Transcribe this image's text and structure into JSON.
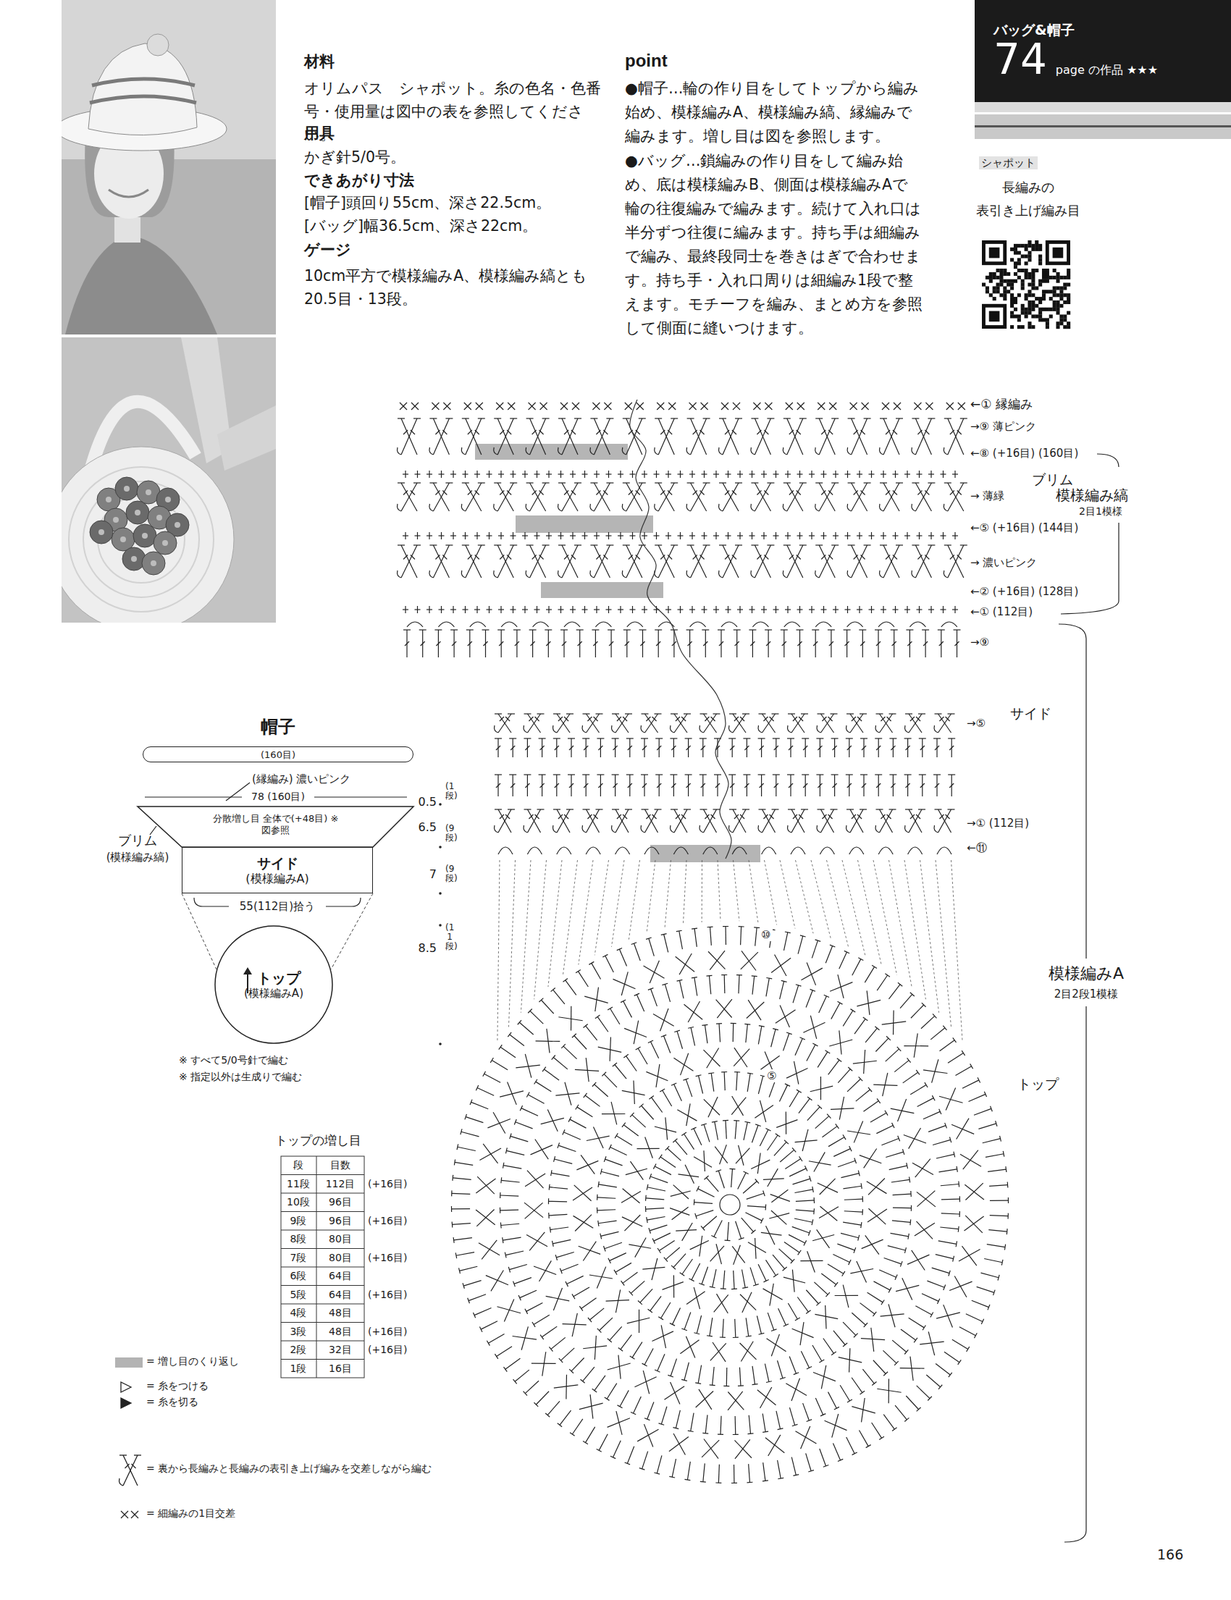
{
  "diagram": {
    "nodes": [
      {
        "text": [
          "バッグ&帽子",
          "74",
          "page の作品 ★★★"
        ]
      },
      {
        "text": [
          "(160目)"
        ]
      },
      {
        "text": [
          "分散増し目 全体で(+48目) ※ 図参照"
        ]
      },
      {
        "text": [
          "サイド",
          "(模様編みA)"
        ]
      },
      {
        "text": [
          "トップ",
          "(模様編みA)"
        ]
      }
    ],
    "edges": [
      {
        "from": 3,
        "to": 4,
        "arrow": "none"
      },
      {
        "from": 3,
        "to": 4,
        "arrow": "none"
      }
    ],
    "labels": [
      "材料",
      "オリムパス　シャポット。糸の色名・色番号・使用量は図中の表を参照してください。",
      "用具",
      "かぎ針5/0号。",
      "できあがり寸法",
      "[帽子]頭回り55cm、深さ22.5cm。",
      "[バッグ]幅36.5cm、深さ22cm。",
      "ゲージ",
      "10cm平方で模様編みA、模様編み縞とも20.5目・13段。",
      "point",
      "●帽子…輪の作り目をしてトップから編み始め、模様編みA、模様編み縞、縁編みで編みます。増し目は図を参照します。",
      "●バッグ…鎖編みの作り目をして編み始め、底は模様編みB、側面は模様編みAで輪の往復編みで編みます。続けて入れ口は半分ずつ往復に編みます。持ち手は細編みで編み、最終段同士を巻きはぎで合わせます。持ち手・入れ口周りは細編み1段で整えます。モチーフを編み、まとめ方を参照して側面に縫いつけます。",
      "シャポット",
      "長編みの",
      "表引き上げ編み目",
      "←① 縁編み",
      "→⑨ 薄ピンク",
      "←⑧ (+16目) (160目)",
      "ブリム",
      "模様編み縞",
      "2目1模様",
      "→ 薄緑",
      "←⑤ (+16目) (144目)",
      "→ 濃いピンク",
      "←② (+16目) (128目)",
      "←① (112目)",
      "→⑨",
      "サイド",
      "→⑤",
      "→① (112目)",
      "←⑪",
      "⑩",
      "⑤",
      "トップ",
      "模様編みA",
      "2目2段1模様",
      "帽子",
      "(縁編み) 濃いピンク",
      "78 (160目)",
      "ブリム",
      "(模様編み縞)",
      "55(112目)拾う",
      "0.5",
      "(1段)",
      "6.5",
      "(9段)",
      "7",
      "(9段)",
      "8.5",
      "(11段)",
      "※ すべて5/0号針で編む",
      "※ 指定以外は生成りで編む",
      "トップの増し目",
      "段",
      "目数",
      "11段",
      "112目",
      "(+16目)",
      "10段",
      "96目",
      "9段",
      "96目",
      "(+16目)",
      "8段",
      "80目",
      "7段",
      "80目",
      "(+16目)",
      "6段",
      "64目",
      "5段",
      "64目",
      "(+16目)",
      "4段",
      "48目",
      "3段",
      "48目",
      "(+16目)",
      "2段",
      "32目",
      "(+16目)",
      "1段",
      "16目",
      "166"
    ],
    "legend": [
      {
        "text": "= 増し目のくり返し",
        "color": "#b3b3b3"
      },
      {
        "text": "= 糸をつける"
      },
      {
        "text": "= 糸を切る"
      },
      {
        "text": "= 裏から長編みと長編みの表引き上げ編みを交差しながら編む"
      },
      {
        "text": "= 細編みの1目交差"
      }
    ]
  }
}
